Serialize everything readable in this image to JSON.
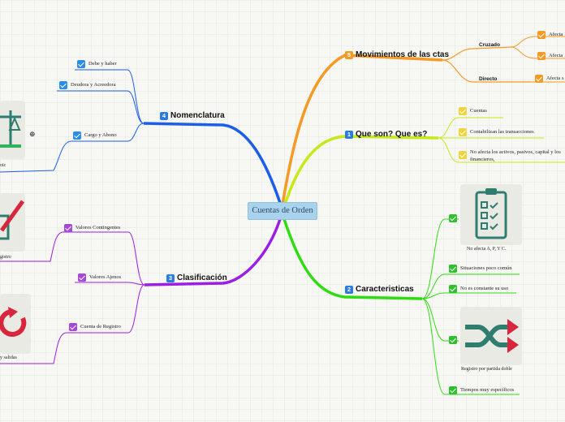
{
  "central": "Cuentas de Orden",
  "colors": {
    "movimientos": "#f59a25",
    "que_son": "#c8e81a",
    "caracteristicas": "#2fdc12",
    "clasificacion": "#9b1ee6",
    "nomenclatura": "#1b5fe8"
  },
  "branches": {
    "movimientos": {
      "num": "5",
      "label": "Movimientos de las ctas",
      "cruzado": "Cruzado",
      "directo": "Directo",
      "items": [
        "Afecta",
        "Afecta",
        "Afecta s"
      ]
    },
    "que_son": {
      "num": "1",
      "label": "Que son? Que es?",
      "items": [
        "Cuentas",
        "Contabilizan las transacciones",
        "No afecta los activos, pasivos, capital y los",
        "financieros,"
      ]
    },
    "caracteristicas": {
      "num": "2",
      "label": "Caracteristicas",
      "clipboard_caption": "No afecta A, P, Y C.",
      "items": [
        "Situaciones poco común",
        "No es constante su uso",
        "Tiempos muy específicos"
      ],
      "shuffle_caption": "Registro por partida doble"
    },
    "clasificacion": {
      "num": "3",
      "label": "Clasificación",
      "items": [
        "Valores Contingentes",
        "Valores Ajenos",
        "Cuenta de Registro"
      ],
      "left_captions": [
        "gistro",
        "y salidas"
      ]
    },
    "nomenclatura": {
      "num": "4",
      "label": "Nomenclatura",
      "items": [
        "Debe y haber",
        "Deudora y Acreedora",
        "Cargo y Abono"
      ],
      "left_captions": [
        "oic"
      ]
    }
  }
}
